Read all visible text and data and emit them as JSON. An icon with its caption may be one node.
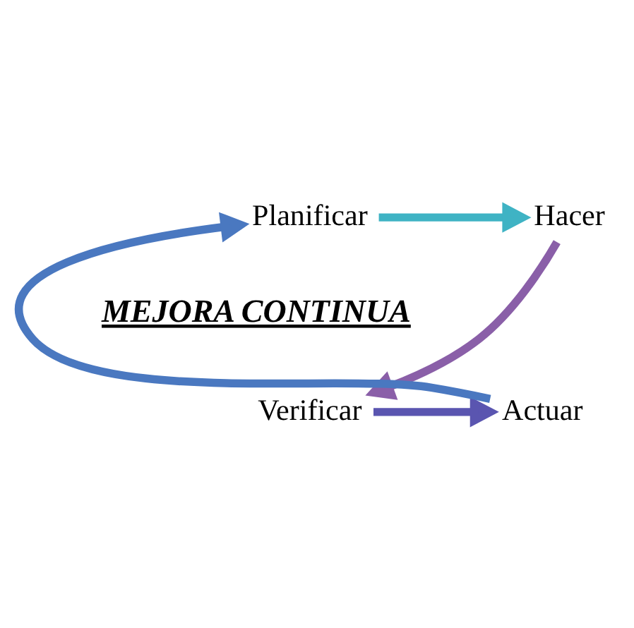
{
  "diagram": {
    "nodes": [
      {
        "text": [
          "Planificar"
        ]
      },
      {
        "text": [
          "Hacer"
        ]
      },
      {
        "text": [
          "Verificar"
        ]
      },
      {
        "text": [
          "Actuar"
        ]
      }
    ],
    "edges": [
      {
        "from": 0,
        "to": 1,
        "arrow": "to",
        "color": "#3fb3c4"
      },
      {
        "from": 1,
        "to": 2,
        "arrow": "to",
        "color": "#8a5fa8"
      },
      {
        "from": 2,
        "to": 3,
        "arrow": "to",
        "color": "#5a55b0"
      },
      {
        "from": 3,
        "to": 0,
        "arrow": "to",
        "color": "#4a78c0"
      }
    ],
    "labels": [
      "MEJORA CONTINUA"
    ]
  }
}
